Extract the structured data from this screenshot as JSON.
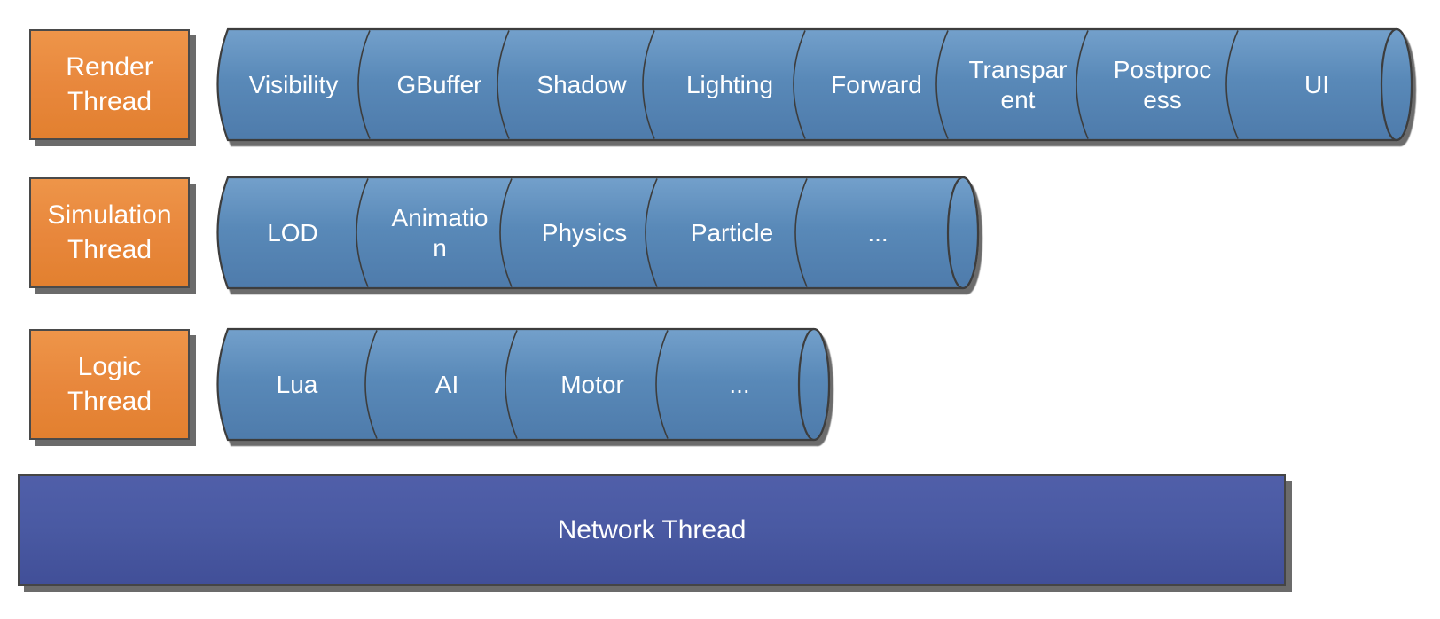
{
  "rows": [
    {
      "thread": "Render Thread",
      "stages": [
        "Visibility",
        "GBuffer",
        "Shadow",
        "Lighting",
        "Forward",
        "Transparent",
        "Postprocess",
        "UI"
      ]
    },
    {
      "thread": "Simulation Thread",
      "stages": [
        "LOD",
        "Animation",
        "Physics",
        "Particle",
        "..."
      ]
    },
    {
      "thread": "Logic Thread",
      "stages": [
        "Lua",
        "AI",
        "Motor",
        "..."
      ]
    }
  ],
  "network_thread": {
    "label": "Network Thread"
  },
  "colors": {
    "thread_box_orange": "#E8873C",
    "pipeline_blue": "#5989B8",
    "network_bar_blue": "#4A5AA3",
    "outline_gray": "#3D3D3D",
    "shadow_gray": "#585858",
    "label_text": "#FFFFFF"
  }
}
